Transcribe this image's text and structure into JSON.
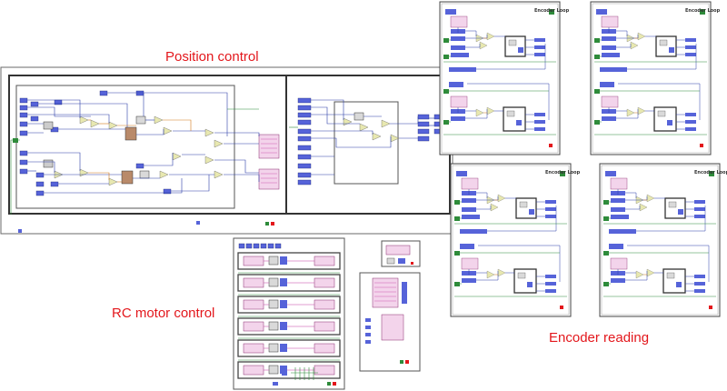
{
  "labels": {
    "position_control": "Position control",
    "rc_motor_control": "RC motor control",
    "encoder_reading": "Encoder reading"
  },
  "encoder_loop_title": "Encoder Loop",
  "colors": {
    "label": "#e3171c",
    "frame": "#3a3a3a",
    "wire_blue": "#2b3ea8",
    "wire_green": "#2e8b3a",
    "wire_orange": "#d47a1a",
    "terminal_blue": "#5663d9",
    "cluster_pink": "#c63fa4"
  }
}
